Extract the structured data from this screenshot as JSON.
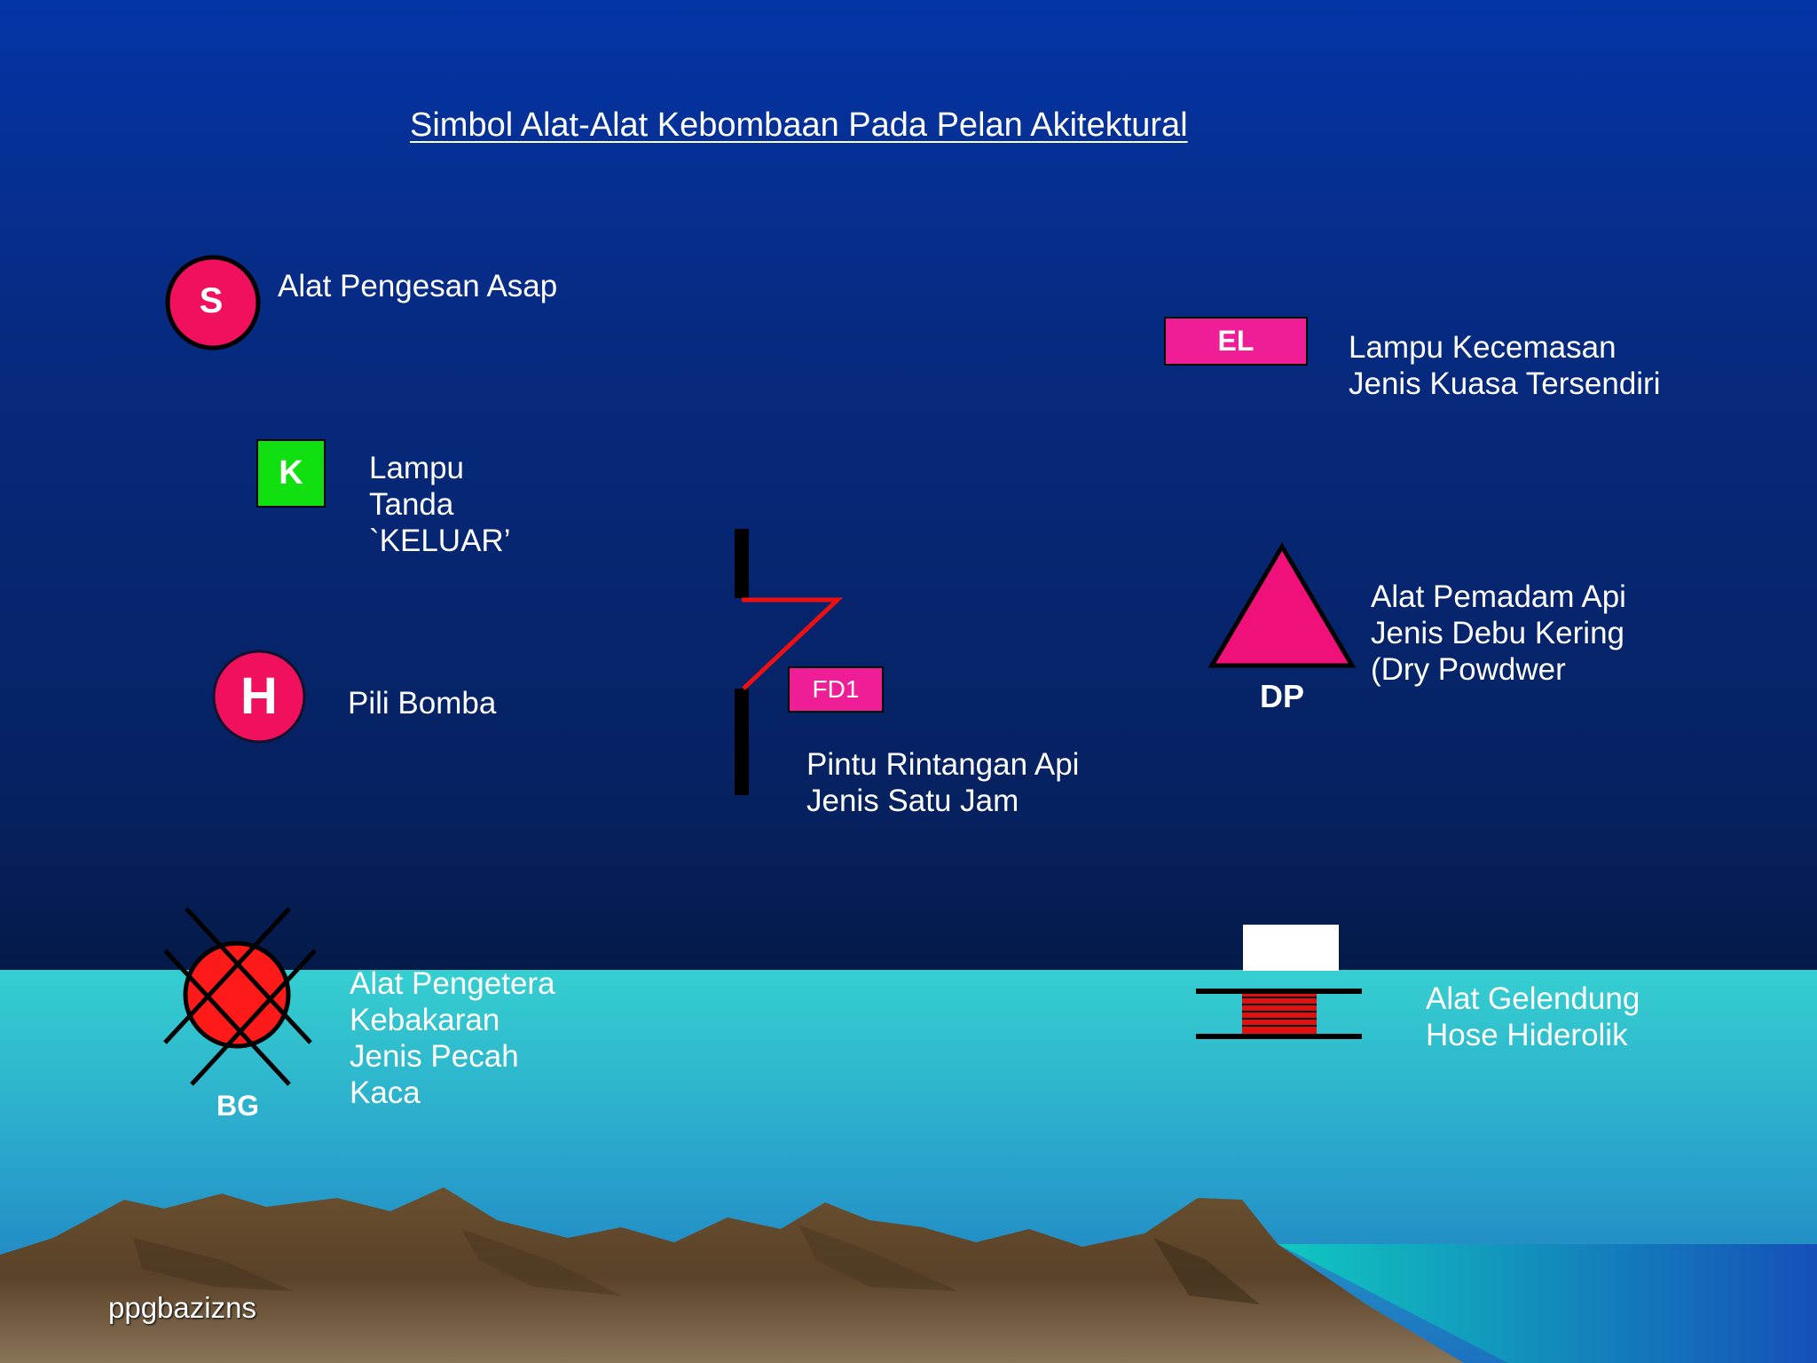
{
  "slide": {
    "title": "Simbol Alat-Alat Kebombaan Pada Pelan Akitektural",
    "footer": "ppgbazizns"
  },
  "symbols": {
    "smoke_detector": {
      "code": "S",
      "label": "Alat Pengesan Asap",
      "color": "#f0105e"
    },
    "exit_sign": {
      "code": "K",
      "label": "Lampu\nTanda\n`KELUAR’",
      "color": "#10e010"
    },
    "hydrant": {
      "code": "H",
      "label": "Pili Bomba",
      "color": "#f0105e"
    },
    "break_glass": {
      "code": "BG",
      "label": "Alat Pengetera\nKebakaran\nJenis Pecah\nKaca",
      "color": "#ff1a1a"
    },
    "fire_door": {
      "code": "FD1",
      "label": "Pintu Rintangan Api\nJenis Satu Jam",
      "color": "#f01e96"
    },
    "emergency_light": {
      "code": "EL",
      "label": "Lampu Kecemasan\nJenis Kuasa Tersendiri",
      "color": "#f01e96"
    },
    "dry_powder": {
      "code": "DP",
      "label": "Alat Pemadam Api\nJenis Debu Kering\n(Dry Powdwer",
      "color": "#f0107a"
    },
    "hose_reel": {
      "label": "Alat Gelendung\nHose Hiderolik",
      "color": "#e01010"
    }
  }
}
